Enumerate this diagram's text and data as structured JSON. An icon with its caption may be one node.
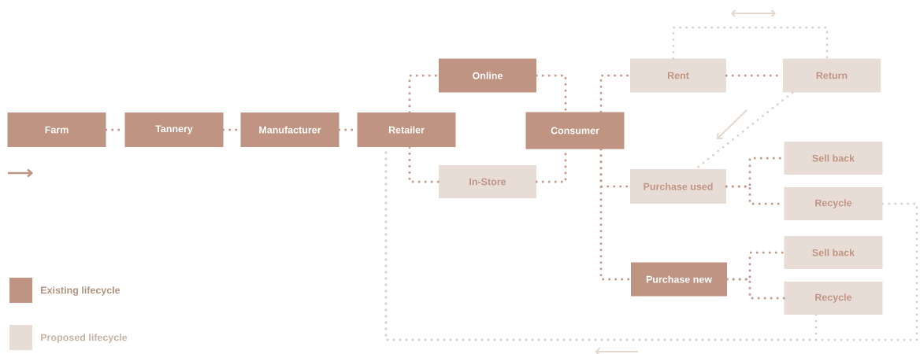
{
  "diagram": {
    "nodes": [
      {
        "text": [
          "Farm"
        ]
      },
      {
        "text": [
          "Tannery"
        ]
      },
      {
        "text": [
          "Manufacturer"
        ]
      },
      {
        "text": [
          "Retailer"
        ]
      },
      {
        "text": [
          "Online"
        ]
      },
      {
        "text": [
          "In-Store"
        ]
      },
      {
        "text": [
          "Consumer"
        ]
      },
      {
        "text": [
          "Rent"
        ]
      },
      {
        "text": [
          "Return"
        ]
      },
      {
        "text": [
          "Purchase used"
        ]
      },
      {
        "text": [
          "Sell back"
        ]
      },
      {
        "text": [
          "Recycle"
        ]
      },
      {
        "text": [
          "Purchase new"
        ]
      },
      {
        "text": [
          "Sell back"
        ]
      },
      {
        "text": [
          "Recycle"
        ]
      }
    ],
    "edges": [
      {
        "from": 0,
        "to": 1,
        "arrow": "none"
      },
      {
        "from": 1,
        "to": 2,
        "arrow": "none"
      },
      {
        "from": 2,
        "to": 3,
        "arrow": "none"
      },
      {
        "from": 3,
        "to": 4,
        "arrow": "none"
      },
      {
        "from": 3,
        "to": 5,
        "arrow": "none"
      },
      {
        "from": 4,
        "to": 6,
        "arrow": "none"
      },
      {
        "from": 5,
        "to": 6,
        "arrow": "none"
      },
      {
        "from": 6,
        "to": 7,
        "arrow": "none"
      },
      {
        "from": 7,
        "to": 8,
        "arrow": "none"
      },
      {
        "from": 7,
        "to": 8,
        "arrow": "none",
        "color": "#ddd3cb"
      },
      {
        "from": 8,
        "to": 9,
        "arrow": "none",
        "color": "#ddd3cb"
      },
      {
        "from": 6,
        "to": 9,
        "arrow": "none"
      },
      {
        "from": 6,
        "to": 12,
        "arrow": "none"
      },
      {
        "from": 9,
        "to": 10,
        "arrow": "none"
      },
      {
        "from": 9,
        "to": 11,
        "arrow": "none"
      },
      {
        "from": 12,
        "to": 13,
        "arrow": "none"
      },
      {
        "from": 12,
        "to": 14,
        "arrow": "none"
      },
      {
        "from": 11,
        "to": 3,
        "arrow": "none",
        "color": "#ddd3cb"
      },
      {
        "from": 14,
        "to": 3,
        "arrow": "none",
        "color": "#ddd3cb"
      }
    ],
    "legend": [
      {
        "text": "Existing lifecycle",
        "color": "#bf9482"
      },
      {
        "text": "Proposed lifecycle",
        "color": "#e8ddd6"
      }
    ]
  }
}
